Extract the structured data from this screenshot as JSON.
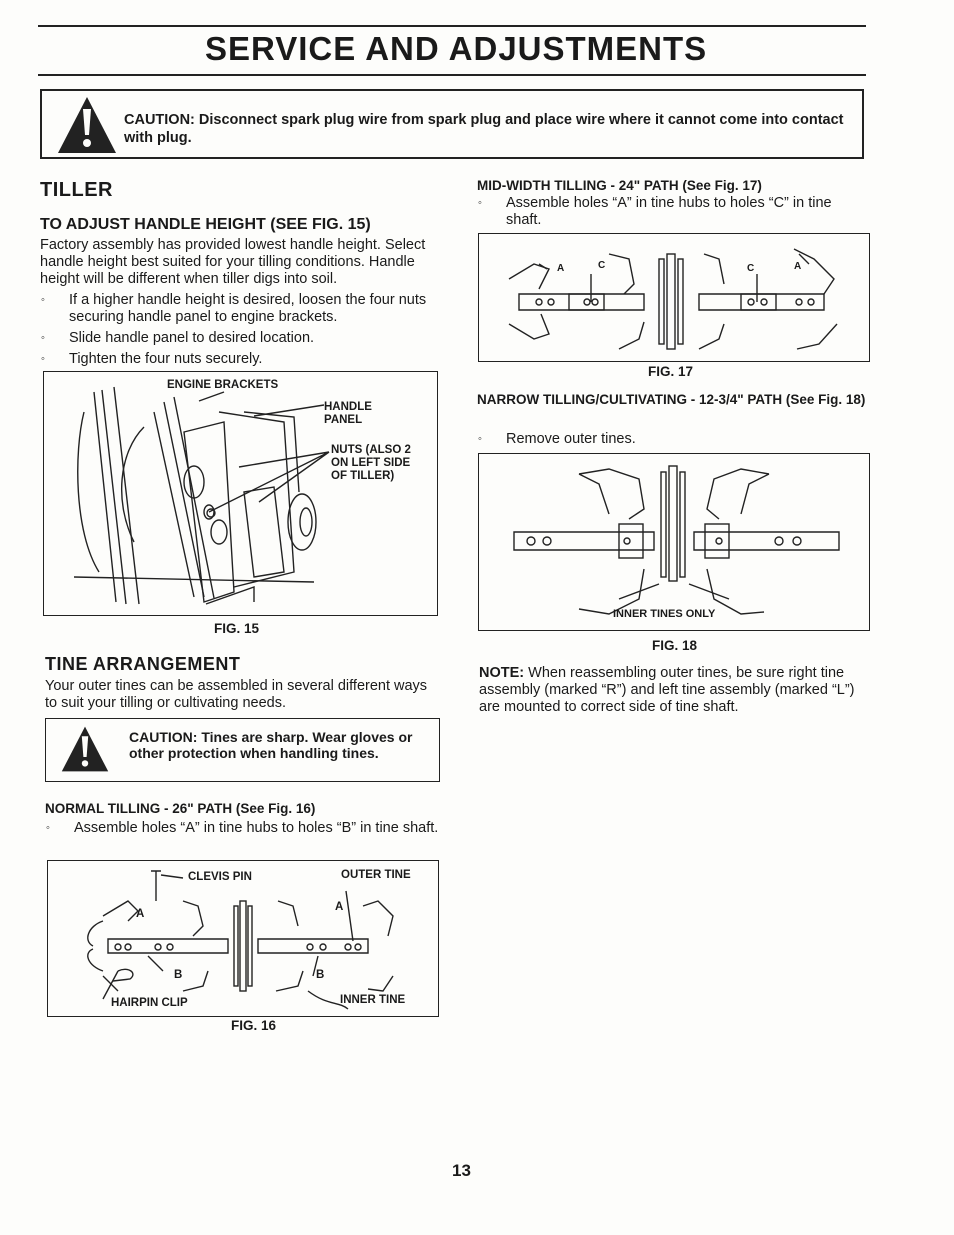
{
  "page": {
    "title": "SERVICE AND ADJUSTMENTS",
    "page_number": "13"
  },
  "top_caution": {
    "text": "CAUTION:  Disconnect spark plug wire from spark plug and place wire where it cannot come into contact with plug."
  },
  "tiller": {
    "heading": "TILLER",
    "handle": {
      "heading": "TO ADJUST HANDLE HEIGHT (SEE FIG. 15)",
      "intro": "Factory assembly has provided lowest handle height. Select handle height best suited for your tilling conditions. Handle height will be different when tiller digs into soil.",
      "steps": [
        "If a higher handle height is desired, loosen the four nuts securing handle panel to engine brackets.",
        "Slide handle panel to desired location.",
        "Tighten the four nuts securely."
      ],
      "figure": {
        "caption": "FIG. 15",
        "labels": {
          "engine_brackets": "ENGINE BRACKETS",
          "handle_panel": "HANDLE PANEL",
          "nuts": "NUTS (ALSO 2 ON LEFT SIDE OF TILLER)"
        }
      }
    },
    "tine_arrangement": {
      "heading": "TINE ARRANGEMENT",
      "intro": "Your outer tines can be assembled in several different ways to suit your tilling or cultivating needs.",
      "caution": "CAUTION:  Tines are sharp.  Wear gloves or other protection when handling tines."
    },
    "normal": {
      "heading": "NORMAL TILLING - 26\" PATH (See Fig. 16)",
      "step": "Assemble holes “A” in tine hubs to holes “B” in tine shaft.",
      "figure": {
        "caption": "FIG. 16",
        "labels": {
          "clevis_pin": "CLEVIS PIN",
          "outer_tine": "OUTER TINE",
          "hairpin_clip": "HAIRPIN CLIP",
          "inner_tine": "INNER TINE",
          "a": "A",
          "b": "B"
        }
      }
    },
    "mid_width": {
      "heading": "MID-WIDTH TILLING - 24\" PATH (See Fig. 17)",
      "step": "Assemble holes “A” in tine hubs to holes “C” in tine shaft.",
      "figure": {
        "caption": "FIG. 17",
        "labels": {
          "a": "A",
          "c": "C"
        }
      }
    },
    "narrow": {
      "heading": "NARROW TILLING/CULTIVATING - 12-3/4\" PATH (See Fig. 18)",
      "step": "Remove outer tines.",
      "figure": {
        "caption": "FIG. 18",
        "labels": {
          "inner_only": "INNER TINES ONLY"
        }
      }
    },
    "note": {
      "label": "NOTE:",
      "text": "When reassembling outer tines, be sure right tine assembly (marked “R”) and left tine assembly (marked “L”) are mounted to correct side of tine shaft."
    }
  }
}
